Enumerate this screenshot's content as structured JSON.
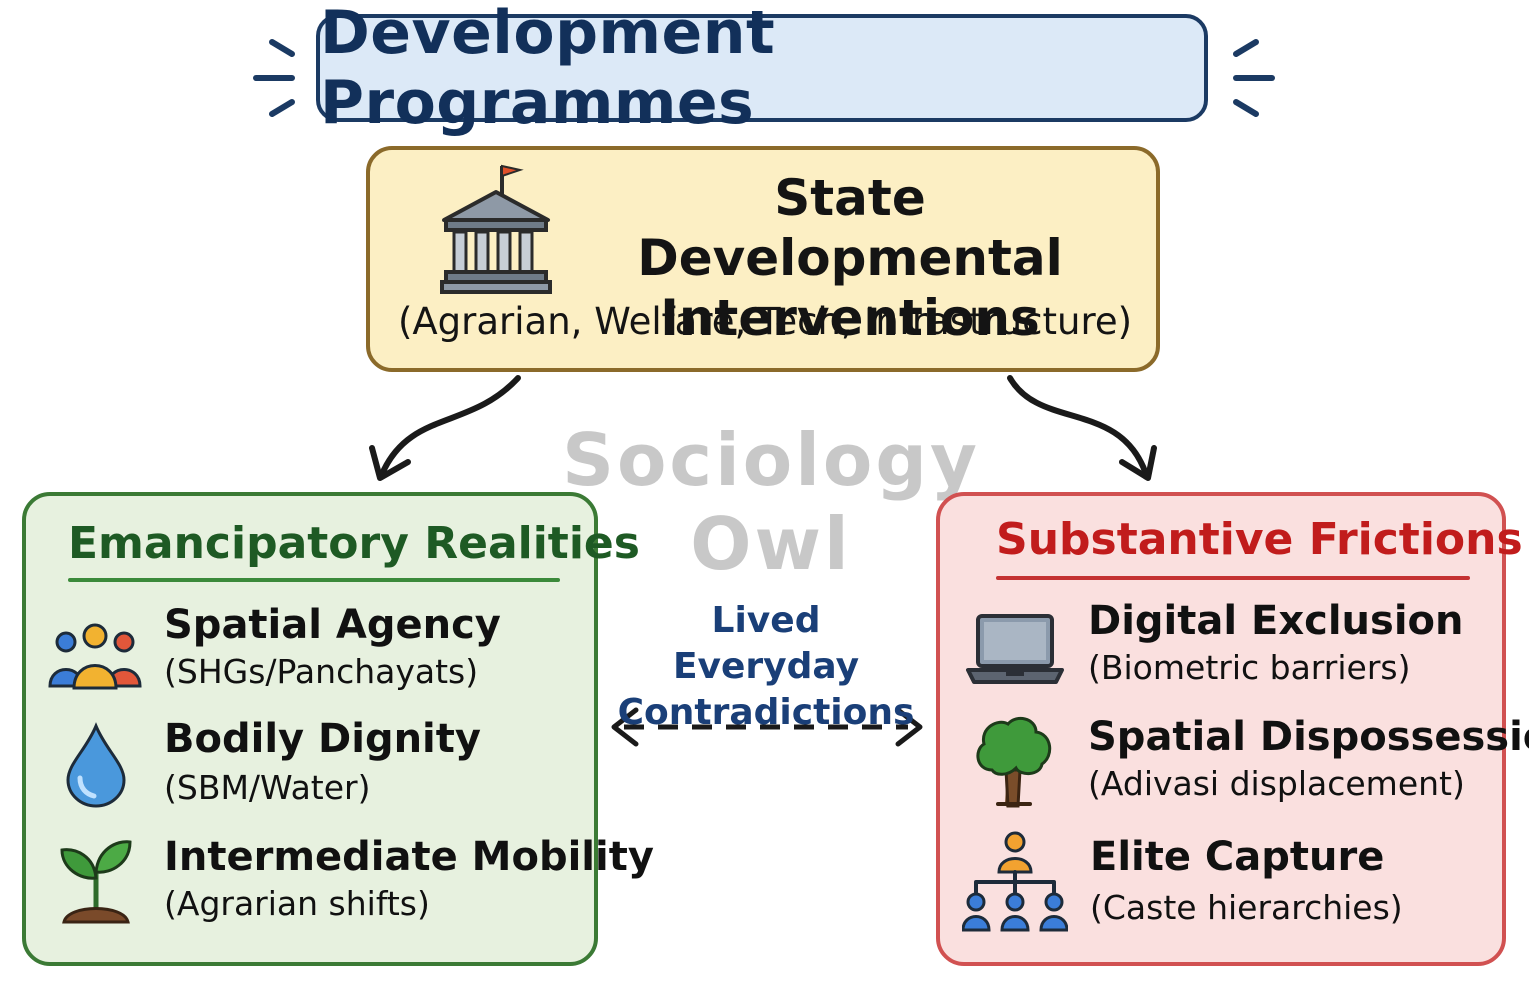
{
  "title": "Development Programmes",
  "state": {
    "title_line1": "State Developmental",
    "title_line2": "Interventions",
    "subtitle": "(Agrarian, Welfare, Tech, Infrastructure)"
  },
  "watermark": "Sociology Owl",
  "middle": {
    "line1": "Lived Everyday",
    "line2": "Contradictions"
  },
  "left_panel": {
    "heading": "Emancipatory Realities",
    "items": [
      {
        "title": "Spatial Agency",
        "subtitle": "(SHGs/Panchayats)",
        "icon": "people-group-icon"
      },
      {
        "title": "Bodily Dignity",
        "subtitle": "(SBM/Water)",
        "icon": "water-drop-icon"
      },
      {
        "title": "Intermediate Mobility",
        "subtitle": "(Agrarian shifts)",
        "icon": "sprout-icon"
      }
    ]
  },
  "right_panel": {
    "heading": "Substantive Frictions",
    "items": [
      {
        "title": "Digital Exclusion",
        "subtitle": "(Biometric barriers)",
        "icon": "laptop-icon"
      },
      {
        "title": "Spatial Dispossession",
        "subtitle": "(Adivasi displacement)",
        "icon": "tree-icon"
      },
      {
        "title": "Elite Capture",
        "subtitle": "(Caste hierarchies)",
        "icon": "hierarchy-icon"
      }
    ]
  },
  "colors": {
    "title_fill": "#dce9f7",
    "state_fill": "#fcefc4",
    "left_fill": "#e7f1df",
    "right_fill": "#fae0df",
    "left_accent": "#1e5a24",
    "right_accent": "#c11c1c"
  }
}
